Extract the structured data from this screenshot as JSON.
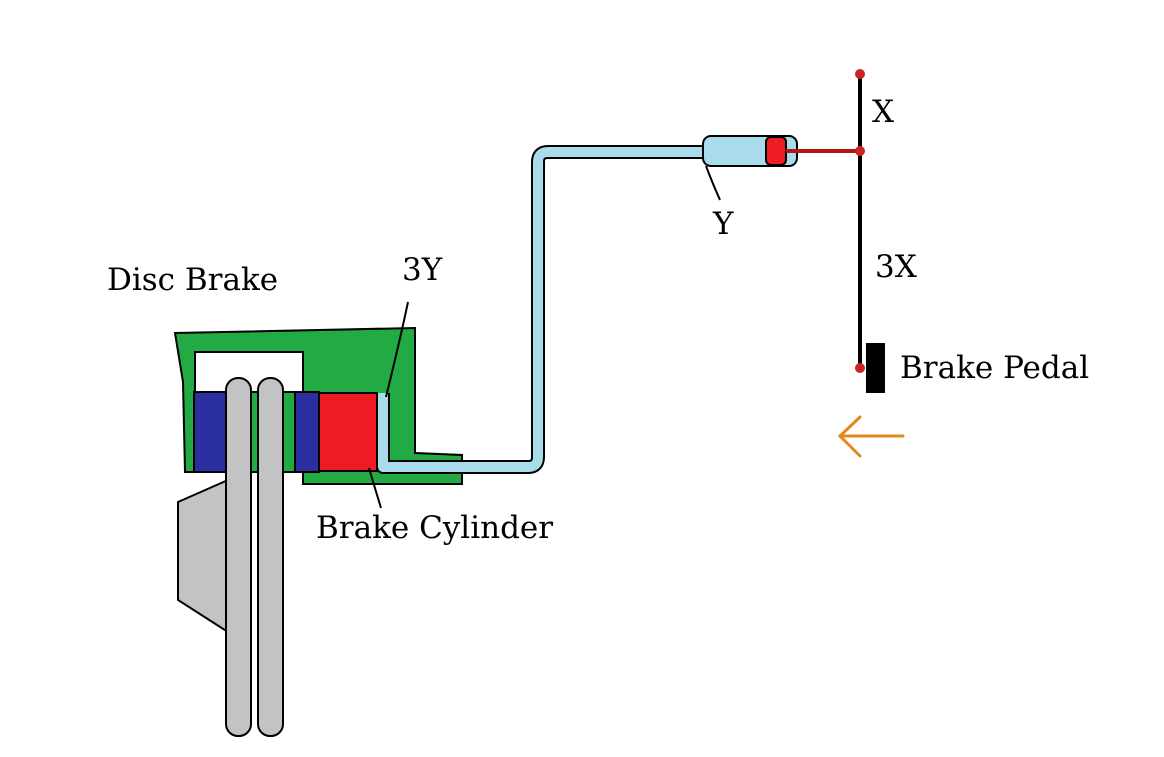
{
  "labels": {
    "disc_brake": "Disc Brake",
    "brake_cylinder": "Brake Cylinder",
    "three_y": "3Y",
    "y": "Y",
    "x": "X",
    "three_x": "3X",
    "brake_pedal": "Brake Pedal"
  },
  "colors": {
    "caliper": "#22aa44",
    "pad": "#2b2e9e",
    "piston": "#ee1b24",
    "fluid": "#a8dcea",
    "disc": "#c3c3c3",
    "lever": "#000000",
    "pivot": "#cc2222",
    "push_rod": "#b31515",
    "arrow": "#e08a1e"
  }
}
